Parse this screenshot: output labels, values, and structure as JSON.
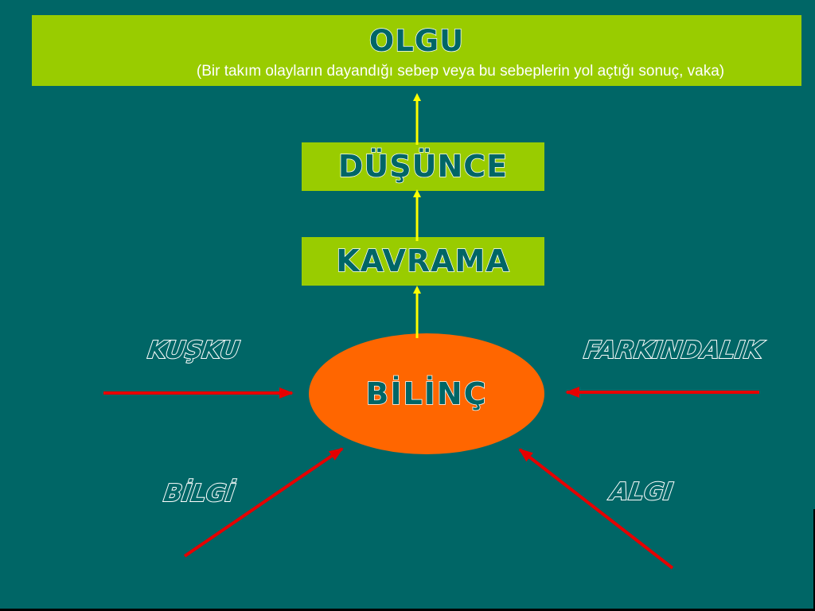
{
  "nodes": {
    "olgu": {
      "title": "OLGU",
      "description": "(Bir takım olayların dayandığı sebep veya bu sebeplerin yol açtığı sonuç, vaka)"
    },
    "dusunce": {
      "title": "DÜŞÜNCE"
    },
    "kavrama": {
      "title": "KAVRAMA"
    },
    "bilinc": {
      "title": "BİLİNÇ"
    }
  },
  "inputs": {
    "kusku": "KUŞKU",
    "farkindalik": "FARKINDALIK",
    "bilgi": "BİLGİ",
    "algi": "ALGI"
  },
  "colors": {
    "background": "#006666",
    "box_fill": "#99cc00",
    "ellipse_fill": "#ff6600",
    "up_arrow": "#ffff00",
    "input_arrow": "#e60000"
  }
}
